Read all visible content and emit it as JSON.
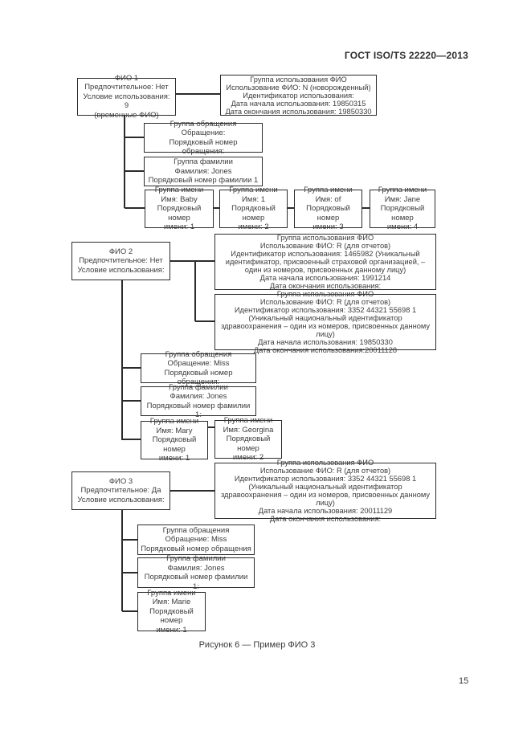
{
  "header": {
    "title": "ГОСТ ISO/TS 22220—2013"
  },
  "figure": {
    "caption": "Рисунок 6 — Пример ФИО 3",
    "page_number": "15"
  },
  "diagram": {
    "fio1": [
      "ФИО 1",
      "Предпочтительное: Нет",
      "Условие использования: 9",
      "(временные ФИО)"
    ],
    "usage1": [
      "Группа использования ФИО",
      "Использование ФИО: N (новорожденный)",
      "Идентификатор использования:",
      "Дата начала использования: 19850315",
      "Дата окончания использования: 19850330"
    ],
    "salutation1": [
      "Группа обращения",
      "Обращение:",
      "Порядковый номер обращения:"
    ],
    "family1": [
      "Группа фамилии",
      "Фамилия: Jones",
      "Порядковый номер фамилии 1"
    ],
    "given1_1": [
      "Группа имени",
      "Имя: Baby",
      "Порядковый номер",
      "имени: 1"
    ],
    "given1_2": [
      "Группа имени",
      "Имя: 1",
      "Порядковый номер",
      "имени: 2"
    ],
    "given1_3": [
      "Группа имени",
      "Имя: of",
      "Порядковый номер",
      "имени: 3"
    ],
    "given1_4": [
      "Группа имени",
      "Имя: Jane",
      "Порядковый номер",
      "имени: 4"
    ],
    "fio2": [
      "ФИО 2",
      "Предпочтительное: Нет",
      "Условие использования:"
    ],
    "usage2a": [
      "Группа использования ФИО",
      "Использование ФИО: R (для отчетов)",
      "Идентификатор использования: 1465982 (Уникальный идентификатор, присвоенный страховой организацией, – один из номеров, присвоенных данному лицу)",
      "Дата начала использования: 1991214",
      "Дата окончания использования:"
    ],
    "usage2b": [
      "Группа использования ФИО",
      "Использование ФИО: R (для отчетов)",
      "Идентификатор использования: 3352 44321 55698 1 (Уникальный национальный идентификатор здравоохранения – один из номеров, присвоенных данному лицу)",
      "Дата начала использования: 19850330",
      "Дата окончания использования:20011128"
    ],
    "salutation2": [
      "Группа обращения",
      "Обращение: Miss",
      "Порядковый номер обращения:"
    ],
    "family2": [
      "Группа фамилии",
      "Фамилия: Jones",
      "Порядковый номер фамилии 1:"
    ],
    "given2_1": [
      "Группа имени",
      "Имя: Mary",
      "Порядковый номер",
      "имени: 1"
    ],
    "given2_2": [
      "Группа имени",
      "Имя: Georgina",
      "Порядковый номер",
      "имени: 2"
    ],
    "fio3": [
      "ФИО 3",
      "Предпочтительное: Да",
      "Условие использования:"
    ],
    "usage3": [
      "Группа использования ФИО",
      "Использование ФИО: R (для отчетов)",
      "Идентификатор использования: 3352 44321 55698 1 (Уникальный национальный идентификатор здравоохранения – один из номеров, присвоенных данному лицу)",
      "Дата начала использования: 20011129",
      "Дата окончания использования:"
    ],
    "salutation3": [
      "Группа обращения",
      "Обращение: Miss",
      "Порядковый номер обращения"
    ],
    "family3": [
      "Группа фамилии",
      "Фамилия: Jones",
      "Порядковый номер фамилии 1:"
    ],
    "given3_1": [
      "Группа имени",
      "Имя: Marie",
      "Порядковый номер",
      "имени: 1"
    ]
  }
}
